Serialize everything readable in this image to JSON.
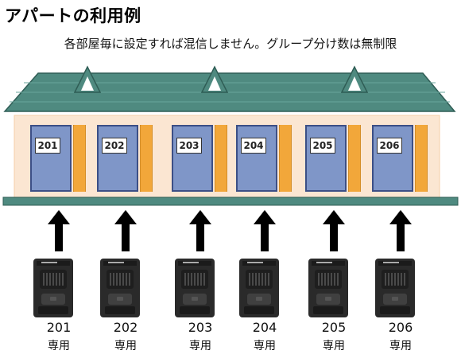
{
  "title": "アパートの利用例",
  "subtitle": "各部屋毎に設定すれば混信しません。グループ分け数は無制限",
  "units": [
    {
      "room": "201",
      "number": "201",
      "tag": "専用"
    },
    {
      "room": "202",
      "number": "202",
      "tag": "専用"
    },
    {
      "room": "203",
      "number": "203",
      "tag": "専用"
    },
    {
      "room": "204",
      "number": "204",
      "tag": "専用"
    },
    {
      "room": "205",
      "number": "205",
      "tag": "専用"
    },
    {
      "room": "206",
      "number": "206",
      "tag": "専用"
    }
  ],
  "colors": {
    "roof": "#4f8a80",
    "wall": "#fbe6d2",
    "door": "#7f96c8",
    "open_door": "#f2a73a",
    "eave": "#4f8a80",
    "device": "#2a2a2a"
  }
}
